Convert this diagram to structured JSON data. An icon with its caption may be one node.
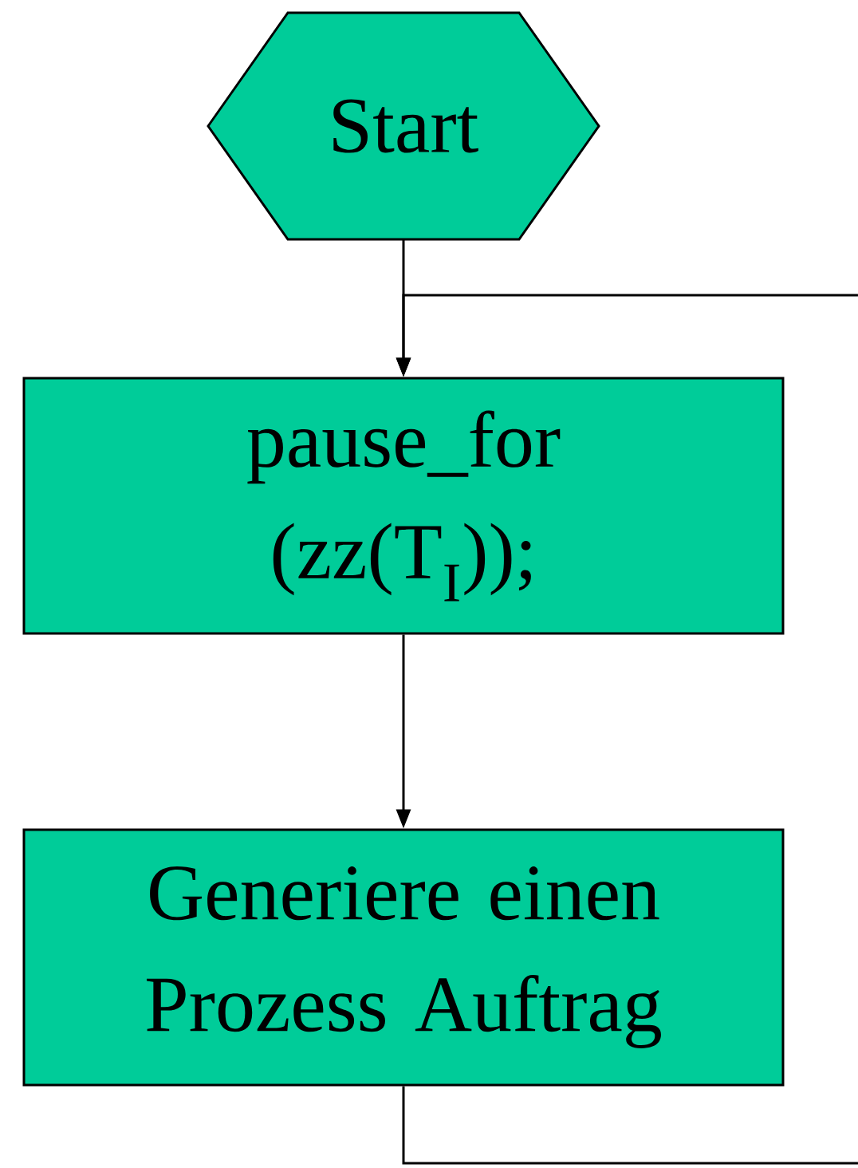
{
  "diagram": {
    "nodes": [
      {
        "text": [
          "Start"
        ]
      },
      {
        "text": [
          "pause_for (zz(T$_{I}$));"
        ]
      },
      {
        "text": [
          "Generiere einen Prozess Auftrag"
        ]
      }
    ],
    "edges": [
      {
        "from": 0,
        "to": 1,
        "arrow": "to"
      },
      {
        "from": 1,
        "to": 2,
        "arrow": "to"
      },
      {
        "from": 2,
        "to": null,
        "arrow": "none"
      },
      {
        "from": null,
        "to": 1,
        "arrow": "to"
      }
    ]
  }
}
